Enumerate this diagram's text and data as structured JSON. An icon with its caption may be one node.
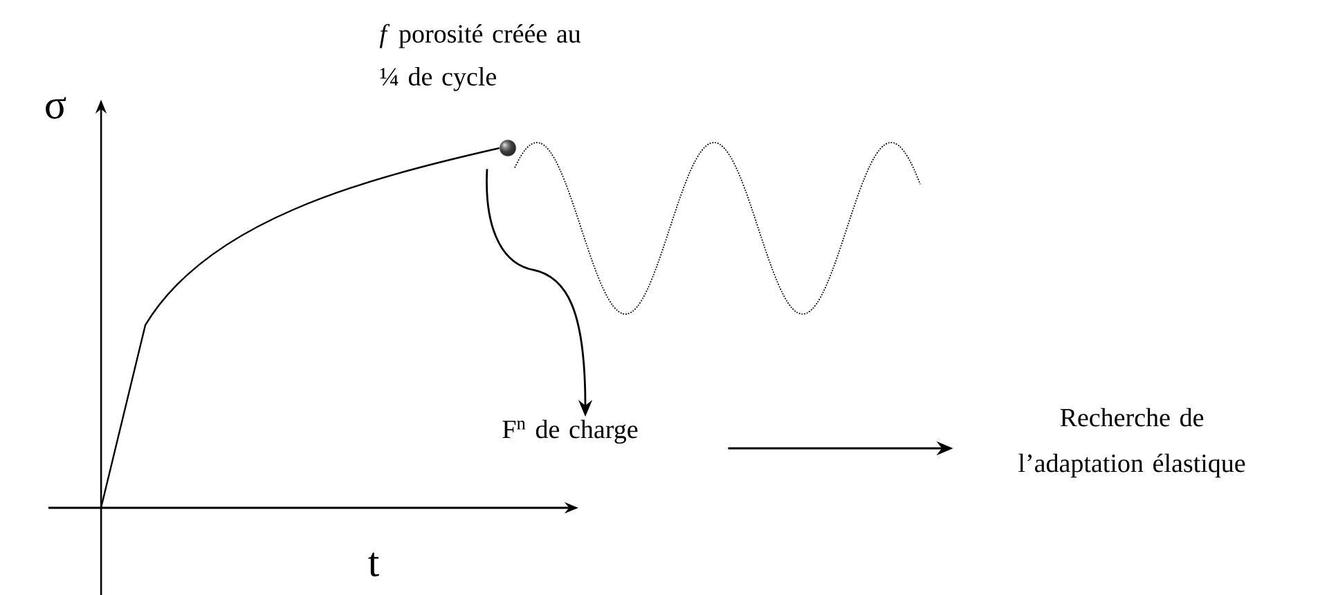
{
  "diagram": {
    "nodes": [
      {
        "text": [],
        "shape": "circle",
        "beside": [
          "*f* porosité créée au ¼ de cycle"
        ]
      },
      {
        "text": [
          "F$^{n}$ de charge"
        ]
      },
      {
        "text": [
          "Recherche de l’adaptation élastique"
        ]
      }
    ],
    "edges": [
      {
        "from": 0,
        "to": 1,
        "arrow": "to"
      },
      {
        "from": 1,
        "to": 2,
        "arrow": "to"
      }
    ],
    "labels": [
      "σ",
      "t"
    ]
  }
}
